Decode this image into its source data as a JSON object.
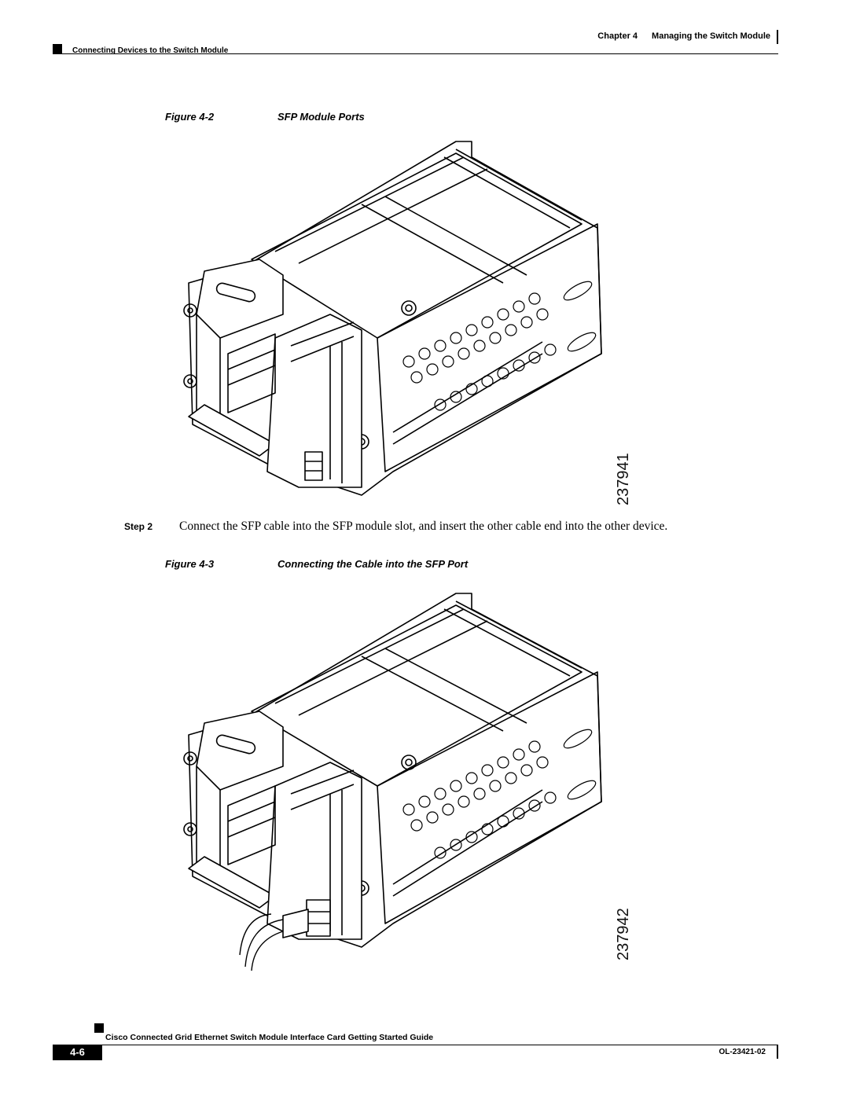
{
  "header": {
    "chapter_label": "Chapter 4",
    "chapter_title": "Managing the Switch Module",
    "section": "Connecting Devices to the Switch Module"
  },
  "figure_2": {
    "label": "Figure 4-2",
    "title": "SFP Module Ports",
    "number": "237941"
  },
  "step": {
    "label": "Step 2",
    "text": "Connect the SFP cable into the SFP module slot, and insert the other cable end into the other device."
  },
  "figure_3": {
    "label": "Figure 4-3",
    "title": "Connecting the Cable into the SFP Port",
    "number": "237942"
  },
  "footer": {
    "guide_title": "Cisco Connected Grid Ethernet Switch Module Interface Card Getting Started Guide",
    "page": "4-6",
    "doc_number": "OL-23421-02"
  }
}
